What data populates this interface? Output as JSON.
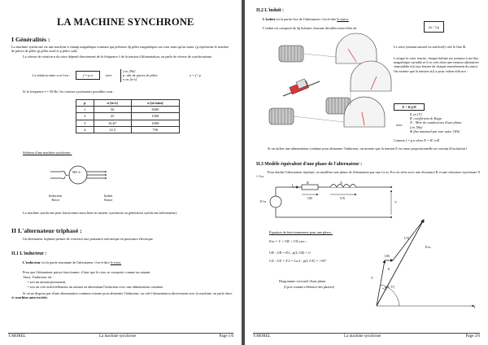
{
  "page1": {
    "title": "LA MACHINE SYNCHRONE",
    "s1_heading": "I Généralités :",
    "s1_p1": "La machine synchrone est une machine à champ magnétique tournant qui présente 2p pôles magnétiques au rotor ainsi qu'au stator. (p représente le nombre de paires de pôles (p pôles nord et p pôles sud).",
    "s1_p2": "La vitesse de rotation n du rotor dépend directement de la fréquence f de la tension d'alimentation, on parle de vitesse de synchronisme.",
    "relation_label": "La relation entre n et f est :",
    "relation_formula": "f = p.n",
    "relation_avec": "avec",
    "relation_defs": [
      "f en [Hz]",
      "p :nbr de paires de pôles",
      "n en [tr/s]"
    ],
    "relation_alt": "n = f / p",
    "freq_line": "Si la fréquence f = 50 Hz, les vitesses synchrones possibles sont :",
    "speed_table": {
      "headers": [
        "p",
        "n [tr/s]",
        "n [tr/min]"
      ],
      "rows": [
        [
          "1",
          "50",
          "3000"
        ],
        [
          "2",
          "25",
          "1500"
        ],
        [
          "3",
          "16,67",
          "1000"
        ],
        [
          "4",
          "12,5",
          "750"
        ]
      ]
    },
    "schema_caption": "Schéma d'une machine synchrone :",
    "motor_label": "MS 3~",
    "inductor_label": [
      "Inducteur",
      "Rotor"
    ],
    "induit_label": [
      "Induit",
      "Stator"
    ],
    "motor_gen_text": "La machine synchrone peut fonctionner aussi bien en moteur synchrone ou générateur synchrone (alternateur).",
    "s2_heading": "II L'alternateur triphasé :",
    "s2_text": "Un alternateur triphasé permet de convertir une puissance mécanique en puissance électrique.",
    "s21_heading": "II.1 L'inducteur :",
    "inducteur_intro_bold": "L'inducteur",
    "inducteur_intro_rest": "est la partie tournante de l'alternateur c'est-à-dire",
    "inducteur_intro_link": "le rotor.",
    "inducteur_p": "Pour que l'alternateur puisse fonctionner, il faut que le rotor se comporte comme un aimant.",
    "ainsi": "Ainsi, l'inducteur est :",
    "bullets": [
      "soit un aimant permanent,",
      "soit on crée artificiellement un aimant en alimentant l'inducteur avec une alimentation continue."
    ],
    "last_para": "Si on ne dispose pas d'une alimentation continue externe pour alimenter l'inducteur, on crée l'alimentation directement avec la machine, on parle alors de",
    "last_para_bold": "machine auto-excitée.",
    "footer": {
      "left": "Y.MOREL",
      "center": "La machine synchrone",
      "right": "Page 1/6"
    }
  },
  "page2": {
    "s22_heading": "II.2 L'induit :",
    "induit_intro_bold": "L'induit",
    "induit_intro_rest": "est la partie fixe de l'alternateur c'est-à-dire",
    "induit_intro_link": "le stator.",
    "induit_compose": "L'induit est composé de 3p bobines chacune décalées entre-elles de",
    "angle_formula": "2π / 3.p",
    "rotor_text": "Le rotor (aimant naturel ou artificiel) crée le flux Φ.",
    "rotor_text2": "Lorsque le rotor tourne, chaque bobine est soumise à un flux magnétique variable et il se crée alors une tension alternative sinusoïdale e(t) aux bornes de chaque enroulement du stator. On montre que la tension e(t) a pour valeur efficace :",
    "emf_formula": "E = K.f.Φ",
    "emf_defs": [
      "E en [V]",
      "K :coefficient de Kapp",
      "N : Nbre de conducteurs d'une phase",
      "f en [Hz]",
      "Φ flux maximal par tour spire [Wb]"
    ],
    "emf_avec": "avec",
    "comme": "Comme",
    "comme_formula": "f = p.n  alors  E = K'.n.Φ",
    "regulation_text": "Si on utilise une alimentation continue pour alimenter l'inducteur, on montre que la tension E est aussi proportionnelle au courant d'excitation i",
    "s23_heading": "II.3 Modèle équivalent d'une phase de l'alternateur :",
    "model_text": "Pour étudier l'alternateur triphasé, on modélise une phase de l'alternateur par une f.e.m. Evs en série avec une résistance R et une réactance synchrone X = Lω.",
    "circuit_labels": {
      "R": "R",
      "X": "X",
      "I": "I",
      "E": "E'vs",
      "V": "V",
      "UR": "UR",
      "UX": "UX"
    },
    "equation_title": "Équation de fonctionnement pour une phase :",
    "equation_main": "Evs = V + UR + UX   avec :",
    "equation_ur": "UR : UR = R.I ; φ(I, UR) = 0",
    "equation_ux": "UX : UX = X.I = Lω.I ; φ(I, UX) = +90°",
    "diagram_caption": "Diagramme vectoriel d'une phase",
    "diagram_caption2": "(I pris comme référence des phases)",
    "phasor_labels": {
      "I": "I",
      "V": "V",
      "E": "Evs",
      "UR": "UR",
      "UX": "UX",
      "phi": "φ(I, V)",
      "theta": "θ"
    },
    "footer": {
      "left": "Y.MOREL",
      "center": "La machine synchrone",
      "right": "Page 2/6"
    }
  }
}
